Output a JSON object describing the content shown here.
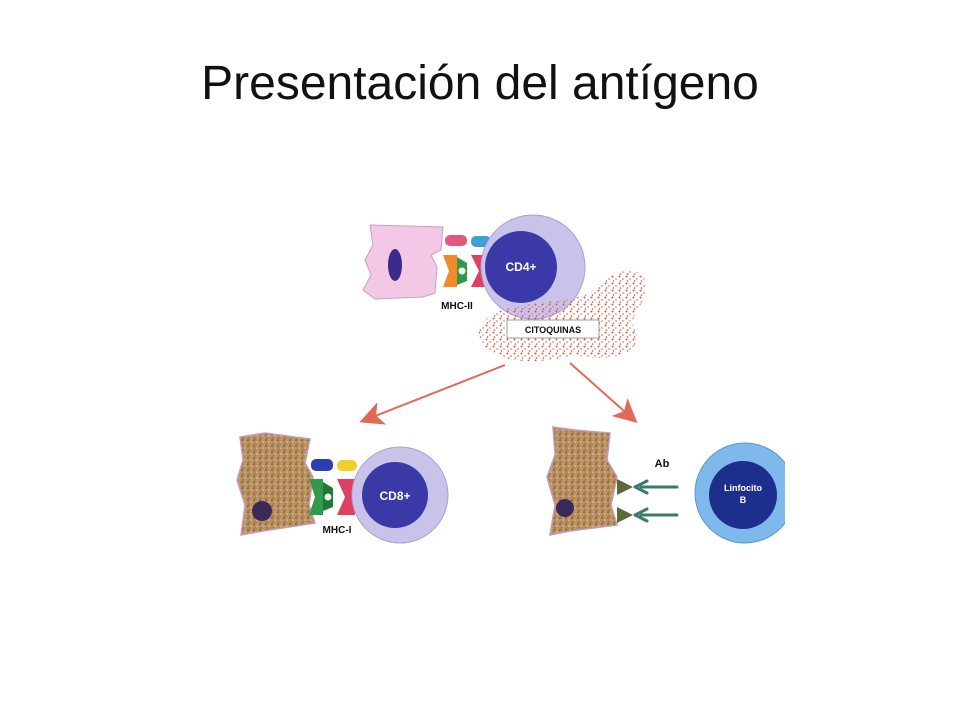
{
  "title": "Presentación del antígeno",
  "diagram": {
    "labels": {
      "cd4": "CD4+",
      "mhc2": "MHC-II",
      "citoquinas": "CITOQUINAS",
      "cd8": "CD8+",
      "mhc1": "MHC-I",
      "ab": "Ab",
      "linfocito_line1": "Linfocito",
      "linfocito_line2": "B"
    },
    "colors": {
      "apc_pink": "#f3c8e6",
      "nucleus": "#3a2a8a",
      "tcell_outer": "#c9c3ea",
      "tcell_inner": "#3b38a8",
      "bcell_outer": "#7fb8ea",
      "bcell_inner": "#1d2f8c",
      "infected_cell": "#9b7a4a",
      "arrow": "#e06a55",
      "cytokine_dots": "#d4573e",
      "antibody": "#3a7a6a"
    }
  }
}
